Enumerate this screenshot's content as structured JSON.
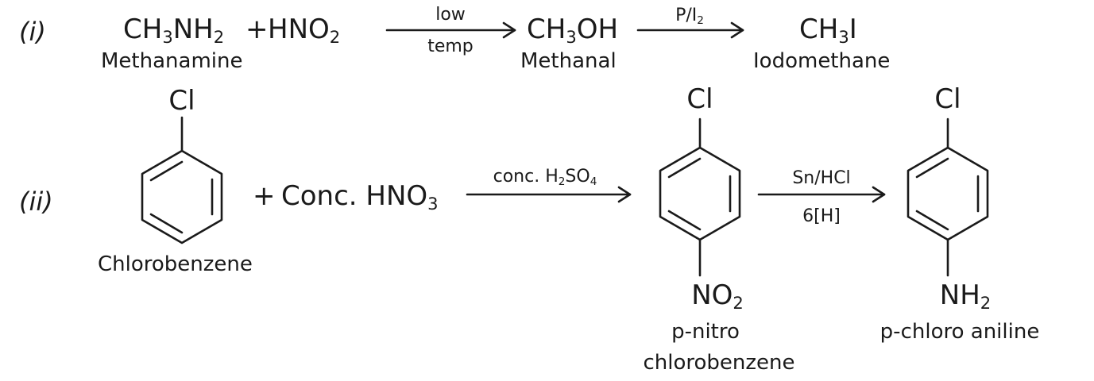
{
  "reaction_i": {
    "number": "(i)",
    "reactant1": {
      "formula": "CH₃NH₂",
      "label": "Methanamine"
    },
    "plus": "+",
    "reactant2": {
      "formula": "HNO₂"
    },
    "arrow1": {
      "above": "low",
      "below": "temp"
    },
    "product1": {
      "formula": "CH₃OH",
      "label": "Methanal"
    },
    "arrow2": {
      "above": "P/I₂"
    },
    "product2": {
      "formula": "CH₃I",
      "label": "Iodomethane"
    }
  },
  "reaction_ii": {
    "number": "(ii)",
    "reactant1": {
      "substituent_top": "Cl",
      "label": "Chlorobenzene"
    },
    "plus": "+",
    "reactant2": {
      "formula": "Conc. HNO₃"
    },
    "arrow1": {
      "above": "conc. H₂SO₄"
    },
    "product1": {
      "substituent_top": "Cl",
      "substituent_bottom": "NO₂",
      "label_line1": "p-nitro",
      "label_line2": "chlorobenzene"
    },
    "arrow2": {
      "above": "Sn/HCl",
      "below": "6[H]"
    },
    "product2": {
      "substituent_top": "Cl",
      "substituent_bottom": "NH₂",
      "label": "p-chloro aniline"
    }
  },
  "colors": {
    "ink": "#1a1a1a",
    "background": "#ffffff"
  }
}
